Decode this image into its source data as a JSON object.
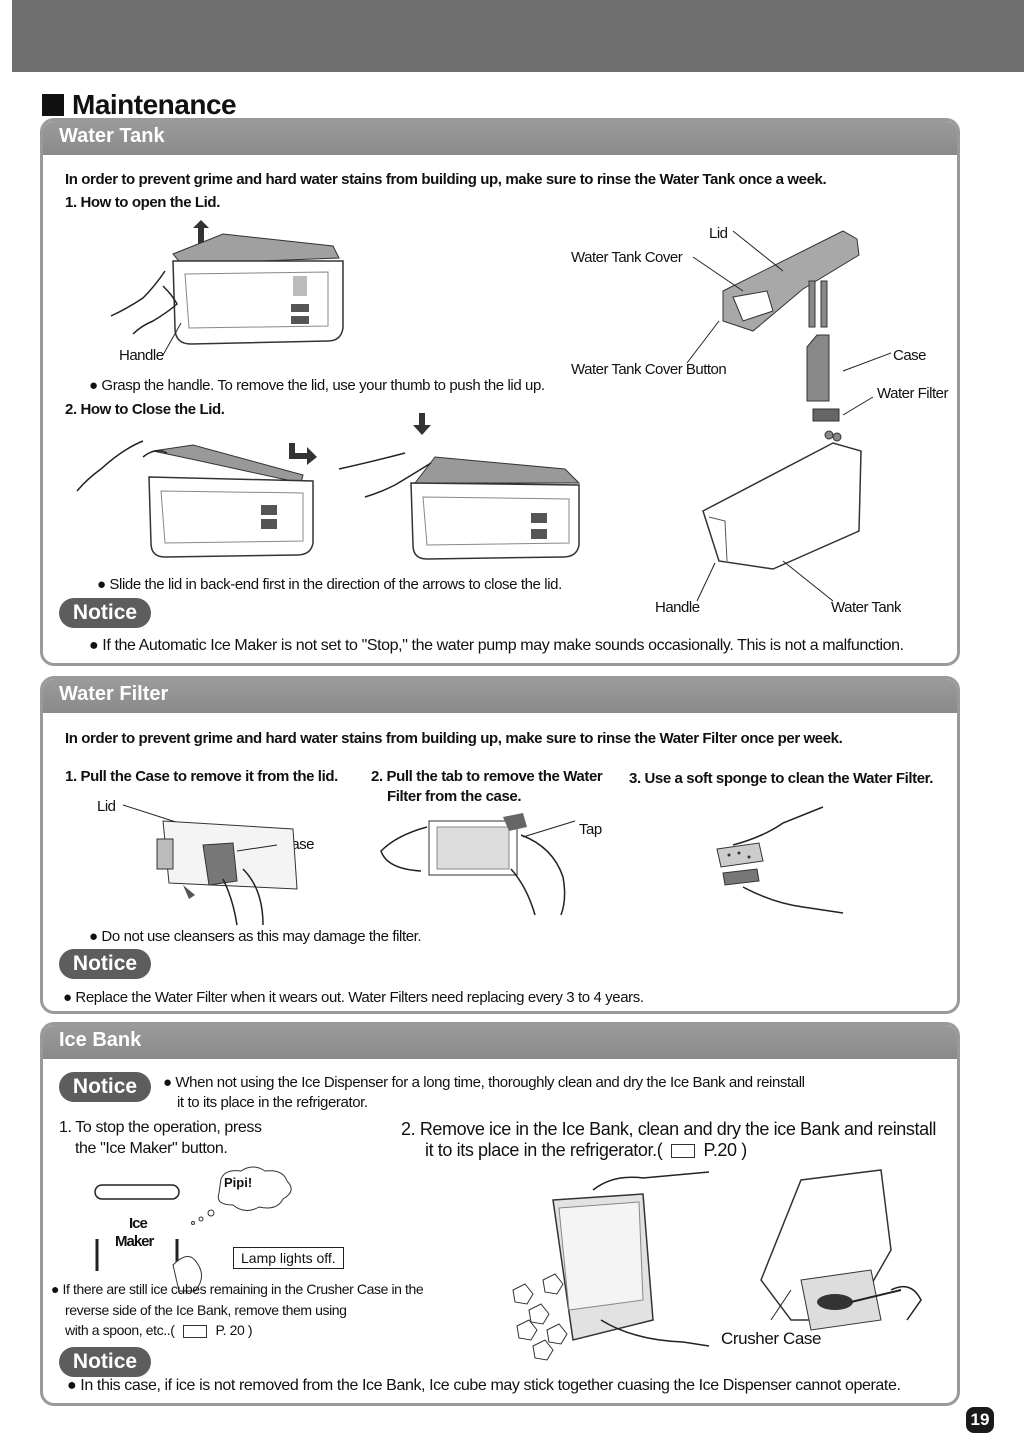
{
  "page_title": "Maintenance",
  "page_number": "19",
  "notice_label": "Notice",
  "water_tank": {
    "heading": "Water Tank",
    "intro": "In order to prevent grime and hard water stains from building up, make sure to rinse the Water Tank once a week.",
    "step1_title": "1. How to open the Lid.",
    "handle_label": "Handle",
    "step1_text": "● Grasp the handle. To remove the lid, use your thumb to push the lid up.",
    "step2_title": "2. How to Close the Lid.",
    "step2_text": "● Slide the lid in back-end first in the direction of the arrows to close the lid.",
    "parts": {
      "lid": "Lid",
      "cover": "Water Tank Cover",
      "cover_button": "Water Tank Cover Button",
      "case": "Case",
      "filter": "Water Filter",
      "handle": "Handle",
      "tank": "Water Tank"
    },
    "notice_text": "● If the Automatic Ice Maker is not set to \"Stop,\" the water pump may make sounds occasionally. This is not a malfunction."
  },
  "water_filter": {
    "heading": "Water Filter",
    "intro": "In order to prevent grime and hard water stains from building up, make sure to rinse the Water Filter once per week.",
    "step1": "1. Pull the Case to remove it from the lid.",
    "step2_line1": "2. Pull the tab to remove the Water",
    "step2_line2": "Filter from the case.",
    "step3": "3. Use a soft sponge to clean the Water Filter.",
    "lid_label": "Lid",
    "case_label": "Case",
    "tap_label": "Tap",
    "caution": "● Do not use cleansers as this may damage the filter.",
    "notice_text": "● Replace the Water Filter when it wears out. Water Filters need replacing every 3 to 4 years."
  },
  "ice_bank": {
    "heading": "Ice Bank",
    "notice_line1": "● When not using the Ice Dispenser for a long time, thoroughly clean and dry the Ice Bank and reinstall",
    "notice_line2": "it to its place in the refrigerator.",
    "step1_line1": "1. To stop the operation, press",
    "step1_line2": "the \"Ice Maker\" button.",
    "step2_line1": "2.  Remove ice in the Ice Bank, clean and dry the ice Bank and  reinstall",
    "step2_line2": "it to its place in the refrigerator.(",
    "step2_ref": "P.20",
    "step2_close": ")",
    "pipi": "Pipi!",
    "button_line1": "Ice",
    "button_line2": "Maker",
    "lamp": "Lamp lights off.",
    "crusher_line1": "● If there are still ice cubes remaining in the Crusher Case in the",
    "crusher_line2": "reverse side of the Ice Bank, remove them using",
    "crusher_line3": "with a spoon, etc..(",
    "crusher_ref": "P. 20",
    "crusher_close": ")",
    "crusher_case_label": "Crusher Case",
    "notice2_text": "● In this case, if ice is not removed from the Ice Bank, Ice cube may stick together cuasing the Ice Dispenser cannot operate."
  }
}
